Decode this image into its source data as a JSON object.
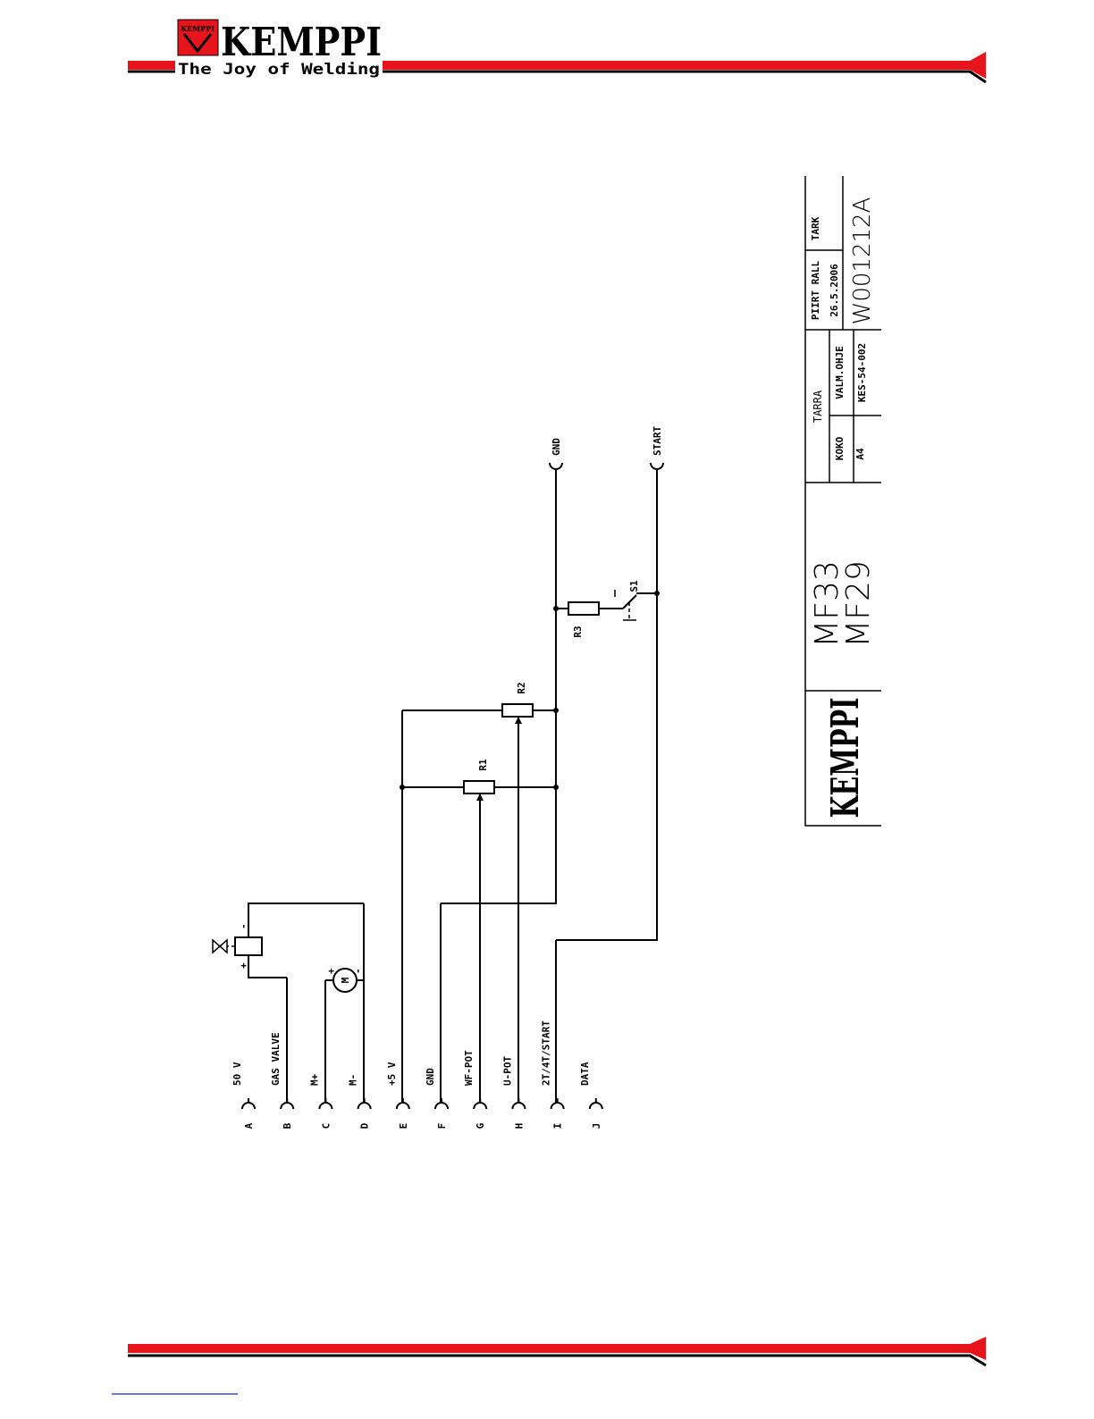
{
  "header": {
    "logo_text": "KEMPPI",
    "logo_badge_text": "KEMPPI",
    "tagline": "The Joy of Welding",
    "brand_color": "#e8141c"
  },
  "schematic": {
    "pins": [
      {
        "id": "A",
        "label": "50 V"
      },
      {
        "id": "B",
        "label": "GAS VALVE"
      },
      {
        "id": "C",
        "label": "M+"
      },
      {
        "id": "D",
        "label": "M-"
      },
      {
        "id": "E",
        "label": "+5 V"
      },
      {
        "id": "F",
        "label": "GND"
      },
      {
        "id": "G",
        "label": "WF-POT"
      },
      {
        "id": "H",
        "label": "U-POT"
      },
      {
        "id": "I",
        "label": "2T/4T/START"
      },
      {
        "id": "J",
        "label": "DATA"
      }
    ],
    "components": {
      "r1": "R1",
      "r2": "R2",
      "r3": "R3",
      "switch": "S1",
      "motor": "M",
      "valve_plus": "+",
      "valve_minus": "-",
      "motor_plus": "+",
      "motor_minus": "-"
    },
    "terminals": {
      "gnd": "GND",
      "start": "START"
    }
  },
  "title_block": {
    "logo": "KEMPPI",
    "model_1": "MF33",
    "model_2": "MF29",
    "label_tarra": "TARRA",
    "label_koko": "KOKO",
    "value_koko": "A4",
    "label_valm": "VALM.OHJE",
    "value_valm": "KES-54-002",
    "label_piirt": "PIIRT RALL",
    "value_date": "26.5.2006",
    "label_tark": "TARK",
    "drawing_number": "W001212A"
  }
}
